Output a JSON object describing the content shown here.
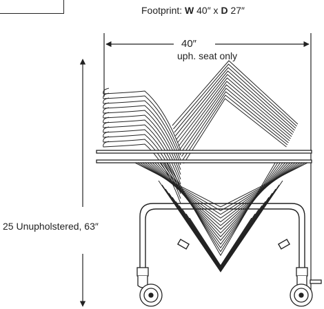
{
  "footprint": {
    "prefix": "Footprint: ",
    "w_letter": "W",
    "w_value": " 40″ x ",
    "d_letter": "D",
    "d_value": " 27″"
  },
  "dimensions": {
    "width_value": "40″",
    "width_note": "uph. seat only",
    "height_label": "25 Unupholstered, 63″"
  },
  "icons": {
    "chair_stack": "stacked-chairs-illustration",
    "cart": "dolly-cart-illustration",
    "caster": "caster-wheel-icon"
  },
  "colors": {
    "line": "#222222",
    "background": "#ffffff"
  }
}
